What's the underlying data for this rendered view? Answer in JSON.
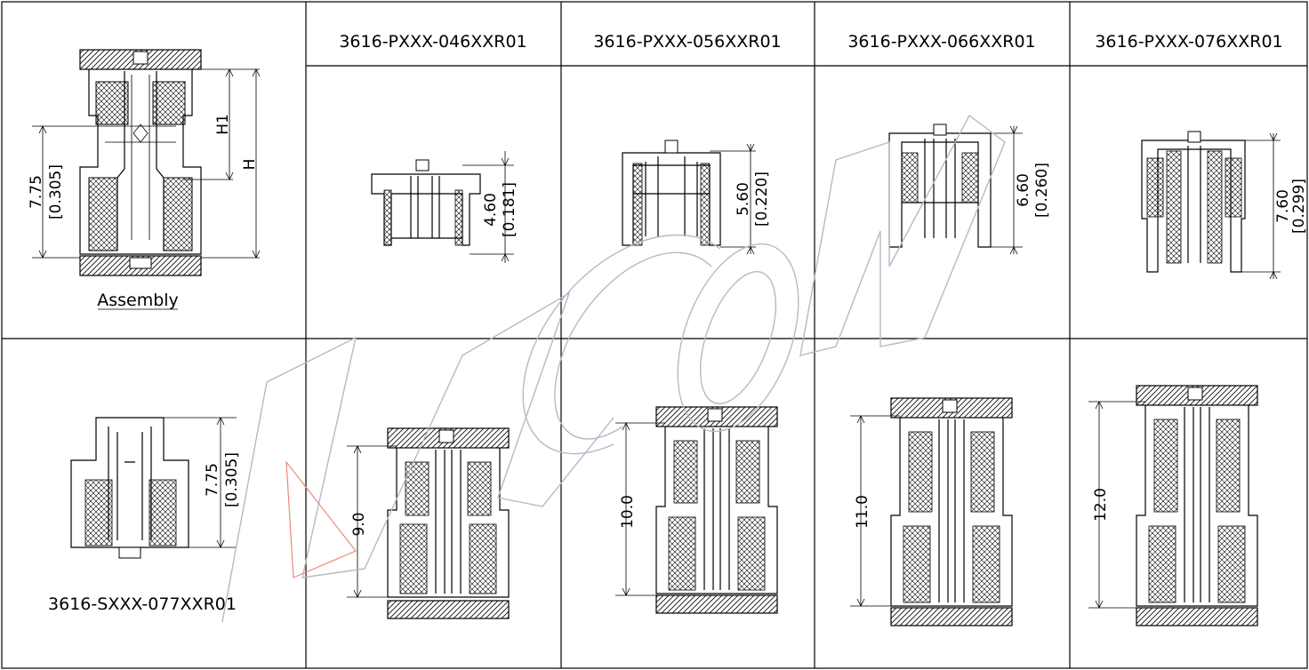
{
  "headers": [
    "3616-PXXX-046XXR01",
    "3616-PXXX-056XXR01",
    "3616-PXXX-066XXR01",
    "3616-PXXX-076XXR01"
  ],
  "assembly": {
    "label": "Assembly",
    "dim_h1": "H1",
    "dim_h": "H",
    "dim_mm": "7.75",
    "dim_in": "[0.305]"
  },
  "socket": {
    "label": "3616-SXXX-077XXR01",
    "dim_mm": "7.75",
    "dim_in": "[0.305]"
  },
  "plugs": [
    {
      "dim_mm": "4.60",
      "dim_in": "[0.181]"
    },
    {
      "dim_mm": "5.60",
      "dim_in": "[0.220]"
    },
    {
      "dim_mm": "6.60",
      "dim_in": "[0.260]"
    },
    {
      "dim_mm": "7.60",
      "dim_in": "[0.299]"
    }
  ],
  "stacks": [
    "9.0",
    "10.0",
    "11.0",
    "12.0"
  ],
  "colors": {
    "line": "#000000",
    "watermark": "#b8b8c8",
    "accent": "#e88a7a"
  }
}
